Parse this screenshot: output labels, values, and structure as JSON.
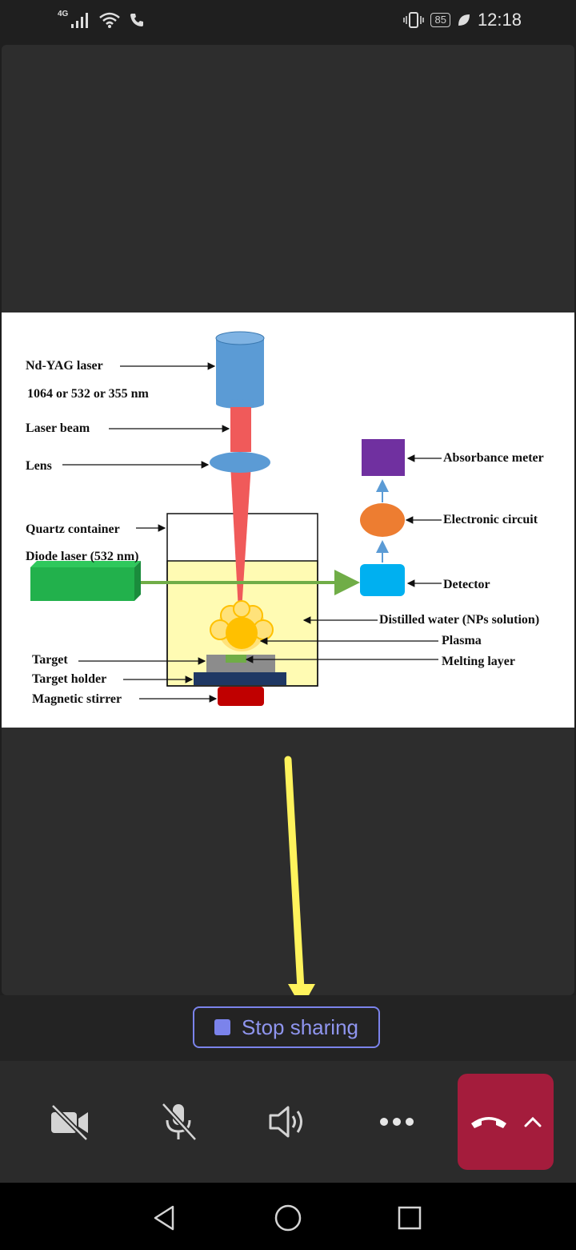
{
  "status_bar": {
    "network_type": "4G",
    "battery_level": "85",
    "time": "12:18",
    "icons": [
      "signal-icon",
      "wifi-icon",
      "phone-icon",
      "vibrate-icon",
      "battery-icon",
      "leaf-icon"
    ]
  },
  "shared_content": {
    "labels": {
      "nd_yag_laser": "Nd-YAG laser",
      "wavelengths": "1064 or 532 or 355 nm",
      "laser_beam": "Laser beam",
      "lens": "Lens",
      "quartz_container": "Quartz container",
      "diode_laser": "Diode laser (532 nm)",
      "target": "Target",
      "target_holder": "Target holder",
      "magnetic_stirrer": "Magnetic stirrer",
      "absorbance_meter": "Absorbance meter",
      "electronic_circuit": "Electronic circuit",
      "detector": "Detector",
      "distilled_water": "Distilled water (NPs solution)",
      "plasma": "Plasma",
      "melting_layer": "Melting layer"
    },
    "colors": {
      "laser_body": "#5b9bd5",
      "beam": "#f05a5a",
      "diode_laser": "#22b14c",
      "water": "#fffbb3",
      "plasma": "#ffc000",
      "absorbance_meter": "#7030a0",
      "electronic_circuit": "#ed7d31",
      "detector": "#00b0f0",
      "target_holder": "#1f3864",
      "stirrer": "#c00000"
    }
  },
  "annotation": {
    "color": "#fff35c"
  },
  "controls": {
    "stop_sharing_label": "Stop sharing",
    "accent": "#7b83eb"
  },
  "call_controls": {
    "camera": "camera-off-icon",
    "mic": "mic-off-icon",
    "speaker": "speaker-icon",
    "more": "more-icon",
    "hangup": "hangup-icon",
    "hangup_color": "#a41c3c"
  },
  "nav_bar": [
    "back-icon",
    "home-icon",
    "recents-icon"
  ]
}
